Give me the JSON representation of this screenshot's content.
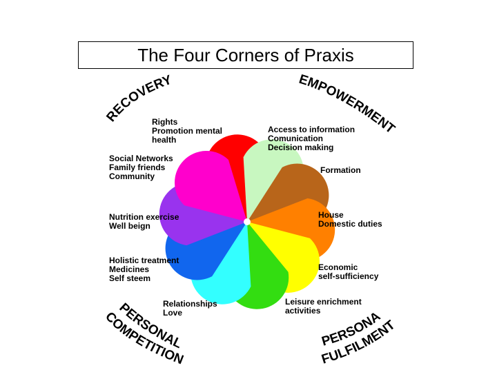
{
  "title": "The Four Corners of Praxis",
  "petals": [
    {
      "color": "#ff0000",
      "label": [
        "Rights",
        "Promotion mental",
        "health"
      ]
    },
    {
      "color": "#c8f7c0",
      "label": [
        "Access to information",
        "Comunication",
        "Decision making"
      ]
    },
    {
      "color": "#b8651a",
      "label": [
        "Formation"
      ]
    },
    {
      "color": "#ff8000",
      "label": [
        "House",
        "Domestic duties"
      ]
    },
    {
      "color": "#ffff00",
      "label": [
        "Economic",
        "self-sufficiency"
      ]
    },
    {
      "color": "#33dd11",
      "label": [
        "Leisure enrichment",
        "activities"
      ]
    },
    {
      "color": "#33ffff",
      "label": [
        "Relationships",
        "Love"
      ]
    },
    {
      "color": "#1166ee",
      "label": [
        "Holistic  treatment",
        "Medicines",
        "Self steem"
      ]
    },
    {
      "color": "#9933ee",
      "label": [
        "Nutrition exercise",
        "Well beign"
      ]
    },
    {
      "color": "#ff00cc",
      "label": [
        "Social Networks",
        "Family friends",
        "Community"
      ]
    }
  ],
  "corners": {
    "recovery": "RECOVERY",
    "empowerment": "EMPOWERMENT",
    "personal_competition_line1": "PERSONAL",
    "personal_competition_line2": "COMPETITION",
    "personal_fulfilment_line1": "PERSONAL",
    "personal_fulfilment_line2": "FULFILMENT"
  }
}
